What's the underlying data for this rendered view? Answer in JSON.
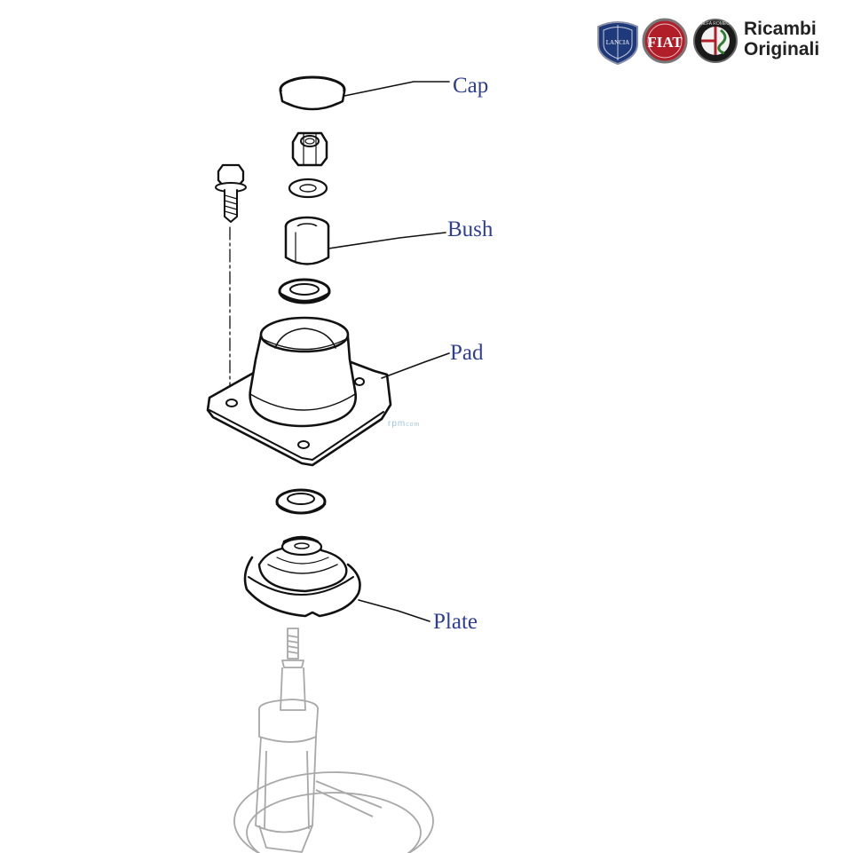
{
  "labels": {
    "cap": "Cap",
    "bush": "Bush",
    "pad": "Pad",
    "plate": "Plate"
  },
  "brand": {
    "line1": "Ricambi",
    "line2": "Originali",
    "logos": [
      "LANCIA",
      "FIAT",
      "ALFA ROMEO"
    ]
  },
  "watermark": {
    "main": "rpm",
    "suffix": "com"
  },
  "colors": {
    "label": "#2f3f8f",
    "lancia": "#1f3a7a",
    "fiat": "#b01e2a",
    "alfa": "#1a1a1a"
  }
}
